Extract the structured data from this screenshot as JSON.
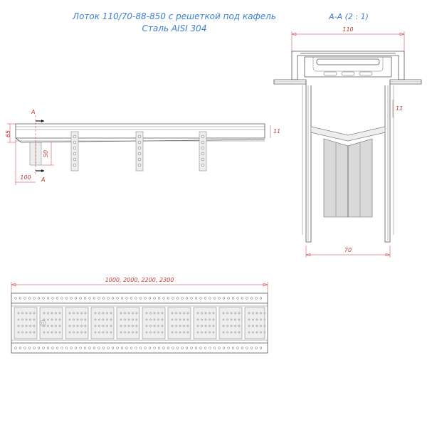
{
  "title": {
    "line1": "Лоток 110/70-88-850 с решеткой под кафель",
    "line2": "Сталь AISI 304"
  },
  "section": {
    "label": "А-А  (2 : 1)",
    "width_top": "110",
    "width_bottom": "70",
    "small_dim": "11"
  },
  "side_view": {
    "cut_mark_top": "А",
    "cut_mark_bottom": "А",
    "height": "65",
    "outlet_height": "50",
    "outlet_offset": "100",
    "rim_dim": "11"
  },
  "plan_view": {
    "lengths": "1000, 2000, 2200, 2300"
  },
  "colors": {
    "title": "#3d7fd1",
    "dimension": "#c23a3a",
    "outline": "#555555"
  }
}
